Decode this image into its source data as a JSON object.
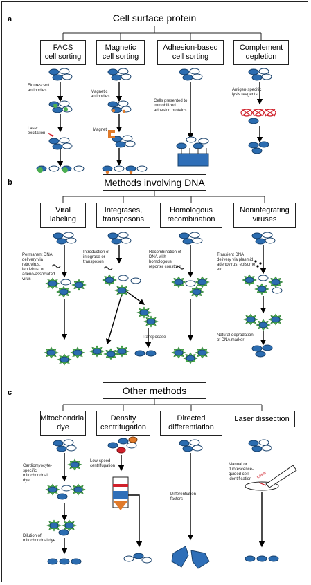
{
  "colors": {
    "cell_fill": "#2b6cb0",
    "cell_stroke": "#17406b",
    "green": "#4caf50",
    "red": "#d0202a",
    "orange": "#e07a2a",
    "tube_blue": "#2f6fb8"
  },
  "a": {
    "letter": "a",
    "title": "Cell surface protein",
    "methods": [
      "FACS\ncell sorting",
      "Magnetic\ncell sorting",
      "Adhesion-based\ncell sorting",
      "Complement\ndepletion"
    ],
    "notes": {
      "fluorescent": "Flourescent\nantibodies",
      "laser": "Laser\nexcitation",
      "magnetic_ab": "Magnetic\nantibodies",
      "magnet": "Magnet",
      "adhesion": "Cells presented to\nimmobilized\nadhesion proteins",
      "lysis": "Antigen-specific\nlysis reagents"
    }
  },
  "b": {
    "letter": "b",
    "title": "Methods involving DNA",
    "methods": [
      "Viral\nlabeling",
      "Integrases,\ntransposons",
      "Homologous\nrecombination",
      "Nonintegrating\nviruses"
    ],
    "notes": {
      "viral": "Permanent DNA\ndelivery via\nretrovirus,\nlentivirus, or\nadeno-associated\nvirus",
      "integrase": "Introduction of\nintegrase or\ntransposon",
      "transposase": "Transposase",
      "homologous": "Recombination of\nDNA with\nhomologous\nreporter construct",
      "transient": "Transient DNA\ndelivery via plasmid,\nadenovirus, episome,\netc.",
      "degradation": "Natural degradation\nof DNA marker"
    }
  },
  "c": {
    "letter": "c",
    "title": "Other methods",
    "methods": [
      "Mitochondrial\ndye",
      "Density\ncentrifugation",
      "Directed\ndifferentiation",
      "Laser dissection"
    ],
    "notes": {
      "cardio": "Cardiomyocyte-\nspecific\nmitochondrial\ndye",
      "dilution": "Dilution of\nmitochondrial dye",
      "lowspeed": "Low-speed\ncentrifugation",
      "diff": "Differentiation\nfactors",
      "manual": "Manual or\nfluorescence-\nguided cell\nidentification",
      "laser_label": "Laser"
    }
  }
}
